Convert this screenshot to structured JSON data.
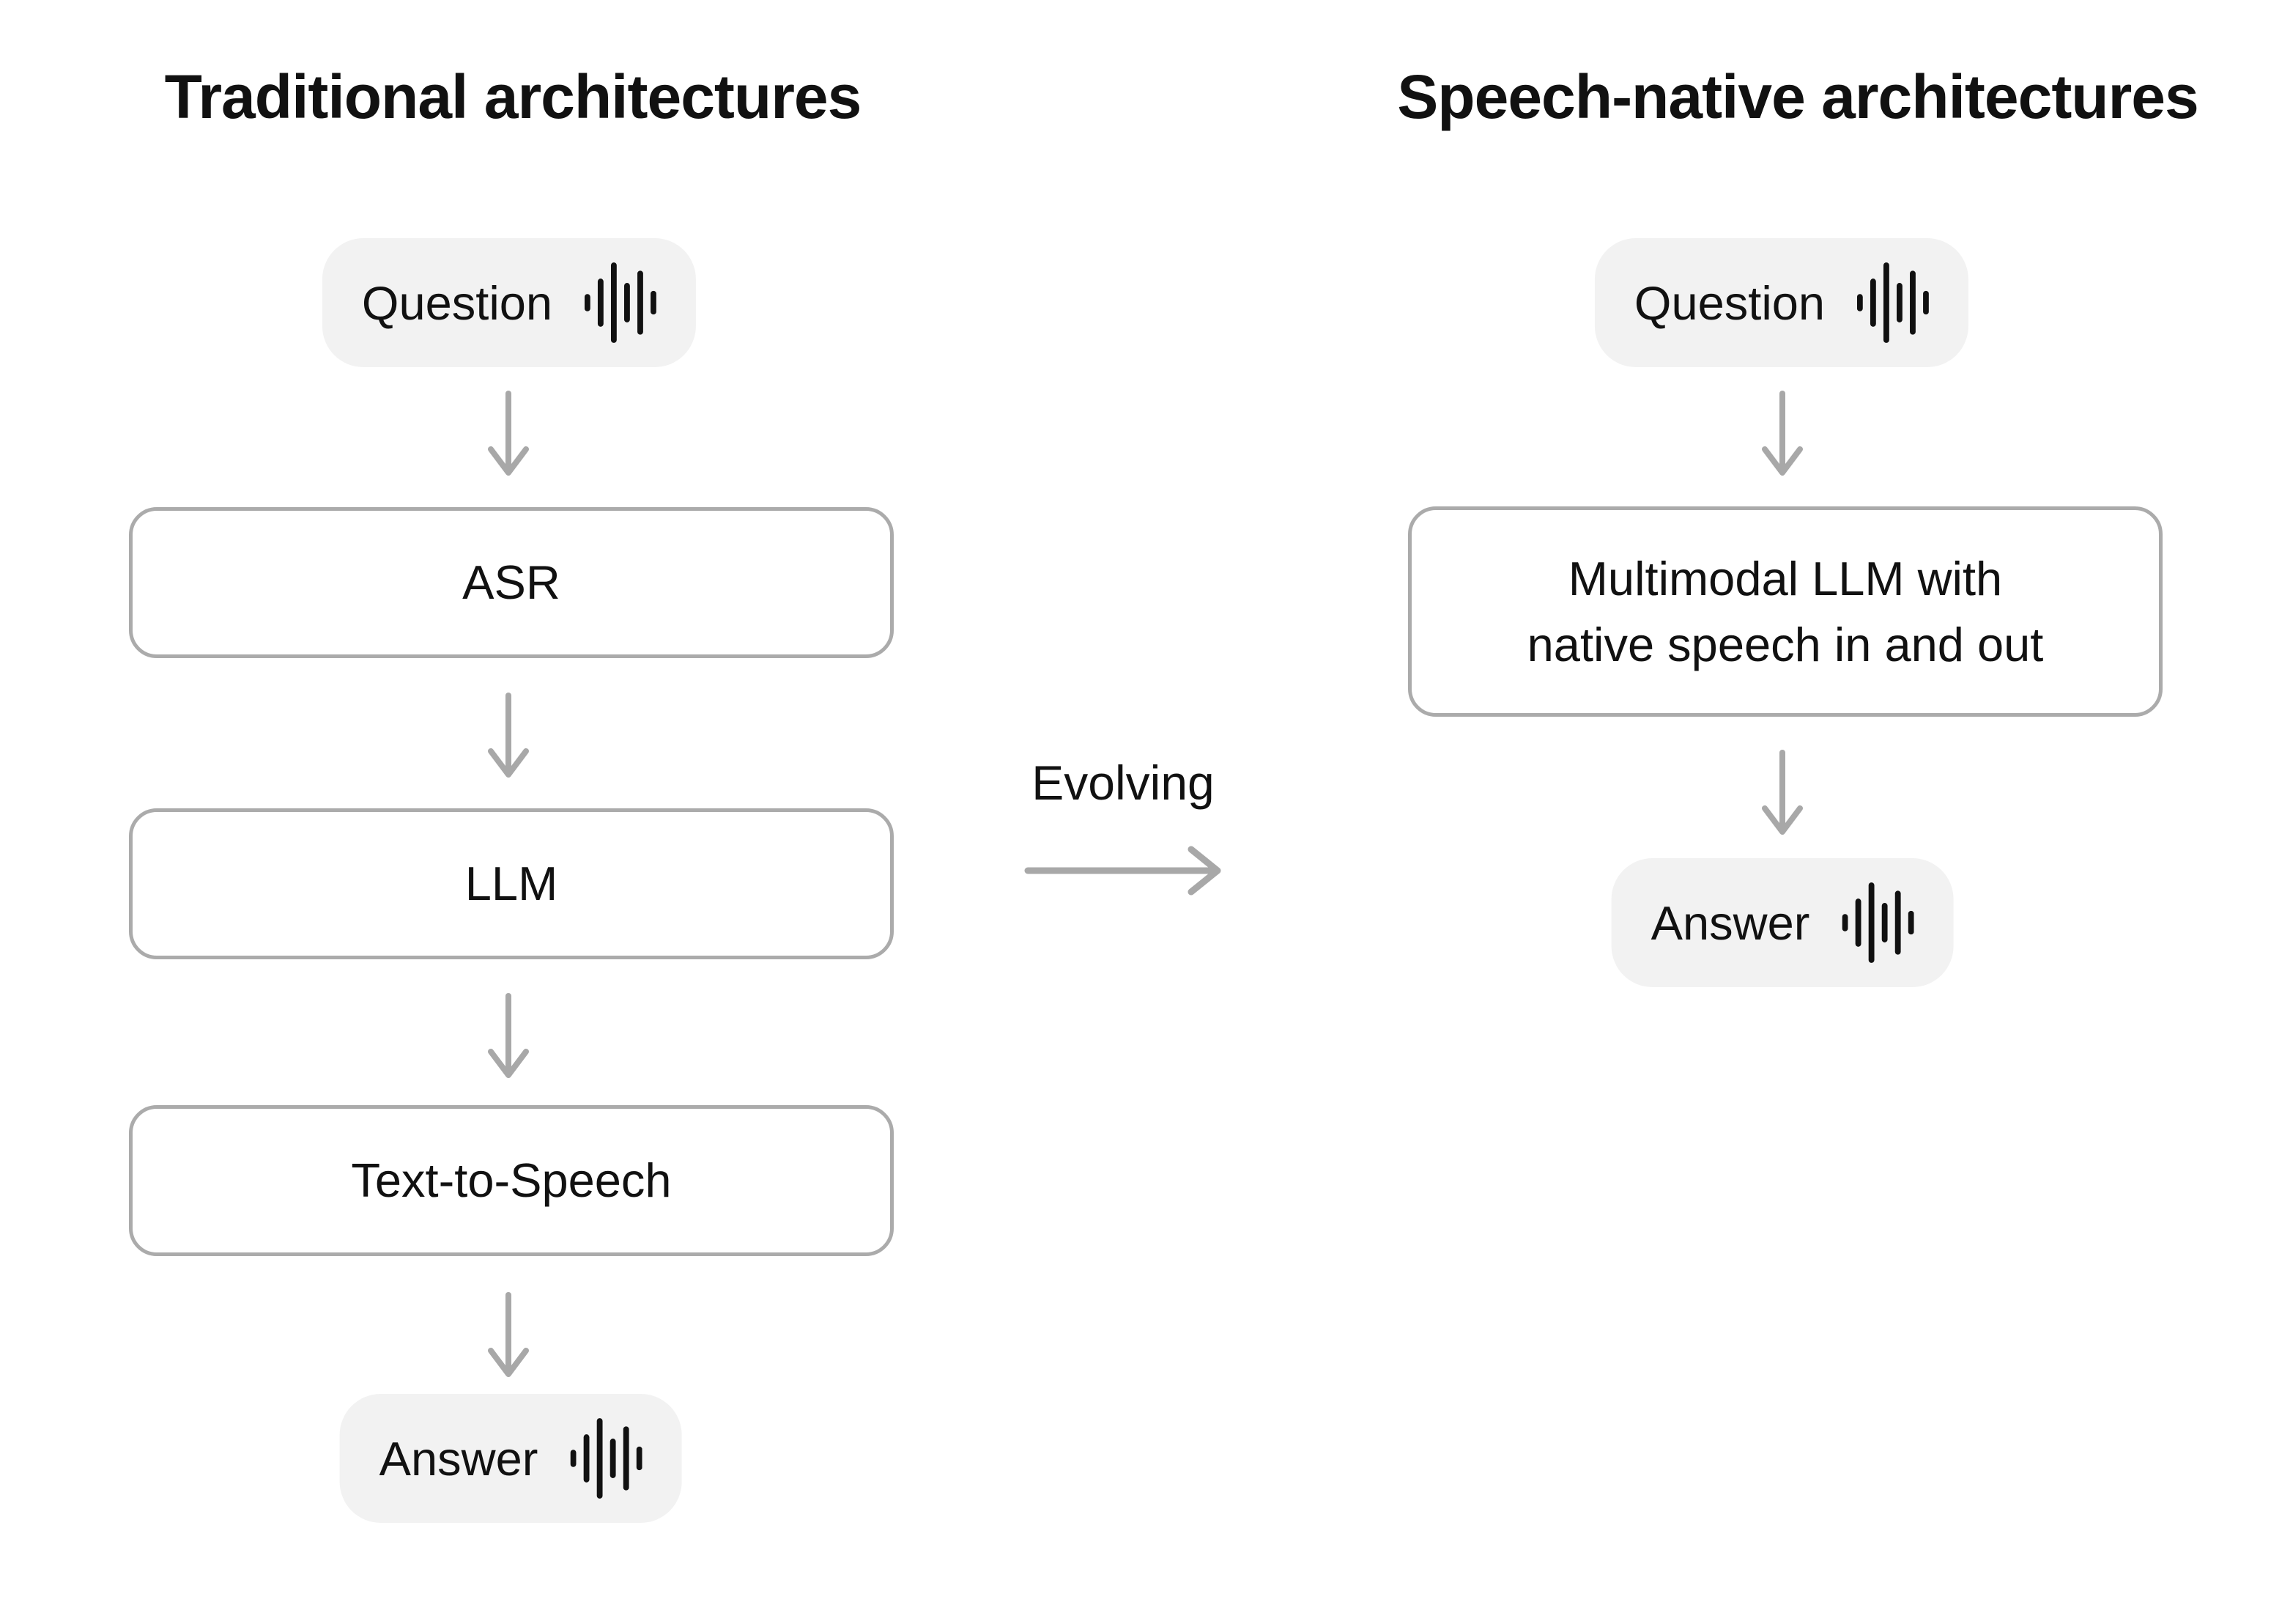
{
  "left_column": {
    "title": "Traditional architectures",
    "question": {
      "label": "Question",
      "icon": "waveform"
    },
    "steps": [
      {
        "label": "ASR"
      },
      {
        "label": "LLM"
      },
      {
        "label": "Text-to-Speech"
      }
    ],
    "answer": {
      "label": "Answer",
      "icon": "waveform"
    }
  },
  "transition": {
    "label": "Evolving",
    "icon": "right-arrow"
  },
  "right_column": {
    "title": "Speech-native architectures",
    "question": {
      "label": "Question",
      "icon": "waveform"
    },
    "box": {
      "line1": "Multimodal LLM with",
      "line2": "native speech in and out"
    },
    "answer": {
      "label": "Answer",
      "icon": "waveform"
    }
  },
  "colors": {
    "text": "#111111",
    "pill_background": "#f2f2f2",
    "box_border": "#ababab",
    "box_background": "#ffffff",
    "arrow": "#a8a8a8",
    "page_background": "#ffffff"
  }
}
